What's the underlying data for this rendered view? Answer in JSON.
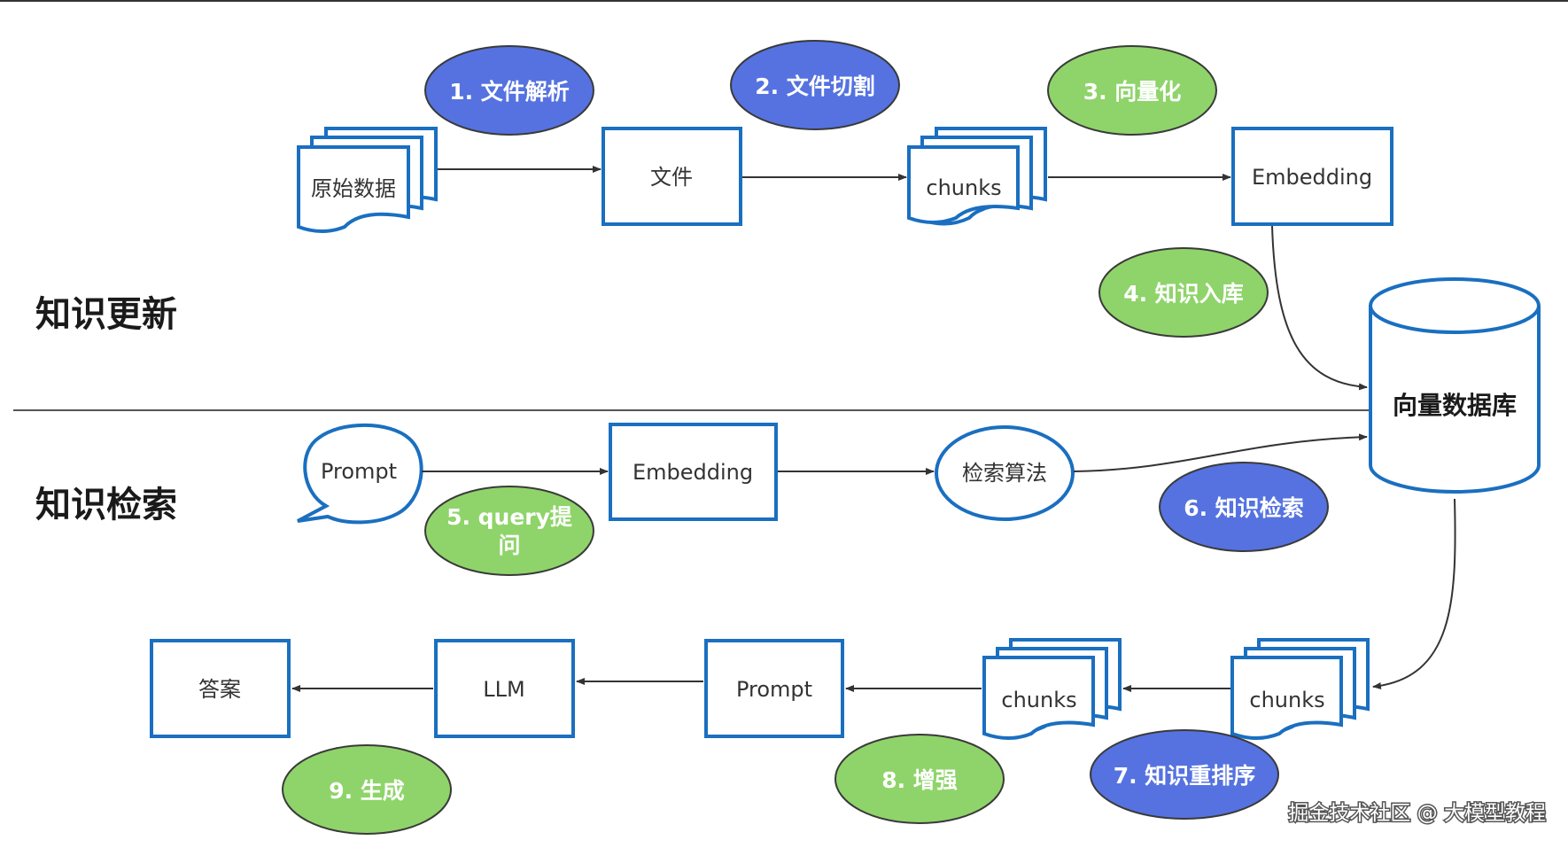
{
  "sections": {
    "update_label": "知识更新",
    "retrieve_label": "知识检索"
  },
  "nodes": {
    "raw_data": "原始数据",
    "file": "文件",
    "chunks_top": "chunks",
    "embedding_top": "Embedding",
    "vector_db": "向量数据库",
    "prompt_bubble": "Prompt",
    "embedding_mid": "Embedding",
    "retrieval_algo": "检索算法",
    "chunks_right": "chunks",
    "chunks_mid": "chunks",
    "prompt_box": "Prompt",
    "llm": "LLM",
    "answer": "答案"
  },
  "steps": {
    "s1": "1. 文件解析",
    "s2": "2. 文件切割",
    "s3": "3. 向量化",
    "s4": "4. 知识入库",
    "s5_line1": "5. query提",
    "s5_line2": "问",
    "s6": "6. 知识检索",
    "s7": "7. 知识重排序",
    "s8": "8. 增强",
    "s9": "9. 生成"
  },
  "watermark": "掘金技术社区 @ 大模型教程",
  "colors": {
    "box_border": "#1a6fc0",
    "step_blue": "#5572e0",
    "step_green": "#8fd46a",
    "ellipse_border": "#3a3a3a",
    "arrow": "#333333"
  }
}
